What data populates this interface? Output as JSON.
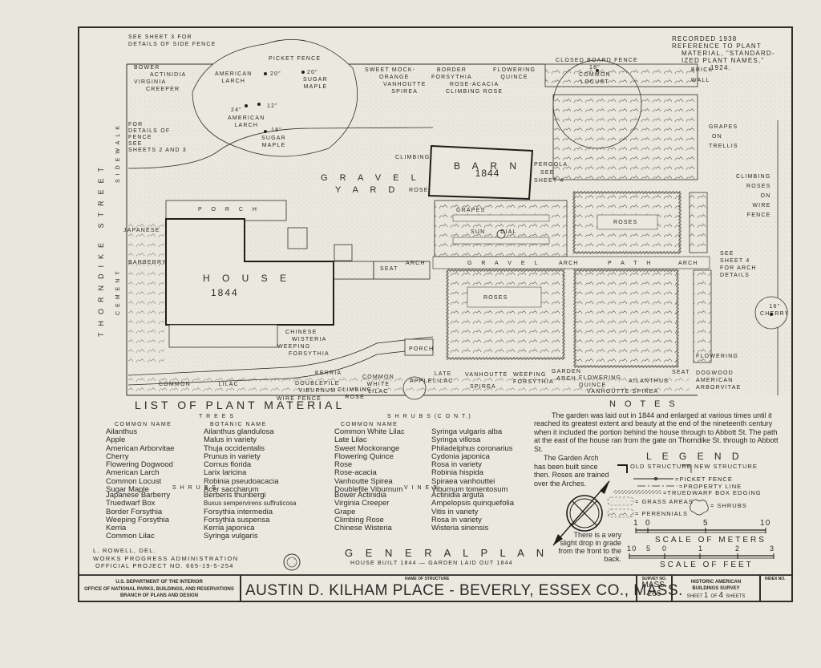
{
  "plan": {
    "header_note": "Recorded 1938 reference to plant material, \"Standardized Plant Names,\" 1924.",
    "header_note_lines": [
      "RECORDED 1938",
      "REFERENCE TO PLANT",
      "MATERIAL, \"STANDARD-",
      "IZED PLANT NAMES,\"",
      "1924."
    ],
    "labels": {
      "see_sheet_3": [
        "SEE SHEET 3 FOR",
        "DETAILS OF SIDE FENCE"
      ],
      "picket_fence": "PICKET FENCE",
      "bower_actinidia": [
        "BOWER",
        "ACTINIDIA",
        "VIRGINIA",
        "CREEPER"
      ],
      "american_larch_1": [
        "AMERICAN",
        "LARCH"
      ],
      "tree_20a": "20\"",
      "tree_20b": "20\"",
      "sugar_maple_1": [
        "SUGAR",
        "MAPLE"
      ],
      "tree_24": "24\"",
      "tree_12": "12\"",
      "american_larch_2": [
        "AMERICAN",
        "LARCH"
      ],
      "tree_18": "18\"",
      "sugar_maple_2": [
        "SUGAR",
        "MAPLE"
      ],
      "fence_details": [
        "FOR",
        "DETAILS OF",
        "FENCE",
        "SEE",
        "SHEETS 2 AND 3"
      ],
      "sweet_mockorange": [
        "SWEET MOCK-",
        "ORANGE"
      ],
      "border_forsythia": [
        "BORDER",
        "FORSYTHIA"
      ],
      "flowering_quince_top": [
        "FLOWERING",
        "QUINCE"
      ],
      "vanhoutte_spirea_top": [
        "VANHOUTTE",
        "SPIREA"
      ],
      "rose_acacia": [
        "ROSE-ACACIA",
        "CLIMBING ROSE"
      ],
      "closed_board_fence": "CLOSED BOARD FENCE",
      "common_locust": [
        "18\"",
        "COMMON",
        "LOCUST"
      ],
      "brick_wall": [
        "BRICK",
        "WALL"
      ],
      "grapes_on_trellis": [
        "GRAPES",
        "ON",
        "TRELLIS"
      ],
      "climbing_roses": [
        "CLIMBING",
        "ROSES",
        "ON",
        "WIRE",
        "FENCE"
      ],
      "see_sheet_4_arch": [
        "SEE",
        "SHEET 4",
        "FOR ARCH",
        "DETAILS"
      ],
      "cherry": [
        "16\"",
        "CHERRY"
      ],
      "gravel_yard": [
        "G R A V E L",
        "Y A R D"
      ],
      "climbing": "CLIMBING",
      "rose": "ROSE",
      "barn": [
        "B A R N",
        "1844"
      ],
      "pergola": [
        "PERGOLA",
        "SEE",
        "SHEET 4"
      ],
      "grapes": "GRAPES",
      "sun_dial": [
        "SUN",
        "DIAL"
      ],
      "roses_upper": "ROSES",
      "roses_lower": "ROSES",
      "gravel_path": [
        "G R A V E L",
        "P A T H"
      ],
      "arch_1": "ARCH",
      "arch_2": "ARCH",
      "arch_3": "ARCH",
      "seat_1": "SEAT",
      "seat_2": "SEAT",
      "porch_top": "P O R C H",
      "porch_bottom": "PORCH",
      "house": [
        "H O U S E",
        "1844"
      ],
      "japanese": "JAPANESE",
      "barberry": "BARBERRY",
      "chinese_wisteria": [
        "CHINESE",
        "WISTERIA",
        "WEEPING",
        "FORSYTHIA"
      ],
      "street_left": "THORNDIKE   STREET",
      "sidewalk": "SIDEWALK",
      "cement": "CEMENT",
      "common_lilac": [
        "COMMON",
        "LILAC"
      ],
      "kerria": "KERRIA",
      "doublefile_viburnum": [
        "DOUBLEFILE",
        "VIBURNUM"
      ],
      "climbing_rose_bottom": [
        "CLIMBING",
        "ROSE"
      ],
      "common_white_lilac": [
        "COMMON",
        "WHITE",
        "LILAC"
      ],
      "apple": "APPLE",
      "late_lilac": [
        "LATE",
        "LILAC"
      ],
      "vanhoutte_spirea_bottom": [
        "VANHOUTTE",
        "SPIREA"
      ],
      "weeping_forsythia": [
        "WEEPING",
        "FORSYTHIA"
      ],
      "garden_arch": [
        "GARDEN",
        "ARCH"
      ],
      "flowering_quince_bottom": [
        "FLOWERING",
        "QUINCE"
      ],
      "ailanthus": "AILANTHUS",
      "vanhoutte_spirea_bottom2": "VANHOUTTE SPIREA",
      "flowering_dogwood": [
        "FLOWERING",
        "DOGWOOD"
      ],
      "american_arborvitae": [
        "AMERICAN",
        "ARBORVITAE"
      ],
      "wire_fence": "WIRE FENCE"
    }
  },
  "plant_list": {
    "title": "LIST OF PLANT MATERIAL",
    "trees_heading": "T R E E S",
    "common_name_heading": "COMMON NAME",
    "botanic_name_heading": "BOTANIC NAME",
    "trees": [
      {
        "common": "Ailanthus",
        "botanic": "Ailanthus glandulosa"
      },
      {
        "common": "Apple",
        "botanic": "Malus in variety"
      },
      {
        "common": "American Arborvitae",
        "botanic": "Thuja occidentalis"
      },
      {
        "common": "Cherry",
        "botanic": "Prunus in variety"
      },
      {
        "common": "Flowering Dogwood",
        "botanic": "Cornus florida"
      },
      {
        "common": "American Larch",
        "botanic": "Larix laricina"
      },
      {
        "common": "Common Locust",
        "botanic": "Robinia pseudoacacia"
      },
      {
        "common": "Sugar Maple",
        "botanic": "Acer saccharum"
      }
    ],
    "shrubs_heading": "S H R U B S",
    "shrubs": [
      {
        "common": "Japanese Barberry",
        "botanic": "Berberis thunbergi"
      },
      {
        "common": "Truedwarf Box",
        "botanic": "Buxus sempervirens suffruticosa"
      },
      {
        "common": "Border Forsythia",
        "botanic": "Forsythia intermedia"
      },
      {
        "common": "Weeping Forsythia",
        "botanic": "Forsythia suspensa"
      },
      {
        "common": "Kerria",
        "botanic": "Kerria japonica"
      },
      {
        "common": "Common Lilac",
        "botanic": "Syringa vulgaris"
      }
    ],
    "shrubs_cont_heading": "S H R U B S   (C O N T.)",
    "shrubs_cont": [
      {
        "common": "Common White Lilac",
        "botanic": "Syringa vulgaris alba"
      },
      {
        "common": "Late Lilac",
        "botanic": "Syringa villosa"
      },
      {
        "common": "Sweet Mockorange",
        "botanic": "Philadelphus coronarius"
      },
      {
        "common": "Flowering Quince",
        "botanic": "Cydonia japonica"
      },
      {
        "common": "Rose",
        "botanic": "Rosa in variety"
      },
      {
        "common": "Rose-acacia",
        "botanic": "Robinia hispida"
      },
      {
        "common": "Vanhoutte Spirea",
        "botanic": "Spiraea vanhouttei"
      },
      {
        "common": "Doublefile Viburnum",
        "botanic": "Viburnum tomentosum"
      }
    ],
    "vines_heading": "V I N E S",
    "vines": [
      {
        "common": "Bower Actinidia",
        "botanic": "Actinidia arguta"
      },
      {
        "common": "Virginia Creeper",
        "botanic": "Ampelopsis quinquefolia"
      },
      {
        "common": "Grape",
        "botanic": "Vitis in variety"
      },
      {
        "common": "Climbing Rose",
        "botanic": "Rosa in variety"
      },
      {
        "common": "Chinese Wisteria",
        "botanic": "Wisteria sinensis"
      }
    ]
  },
  "notes": {
    "title": "N O T E S",
    "paragraph1": "The garden was laid out in 1844 and enlarged at various times until it reached its greatest extent and beauty at the end of the nineteenth century when it included the portion behind the house through to Abbott St. The path at the east of the house ran from the gate on Thorndike St. through to Abbott St.",
    "paragraph2": "The Garden Arch has been built since then. Roses are trained over the Arches.",
    "grade_note": "There is a very slight drop in grade from the front to the back."
  },
  "legend": {
    "title": "L E G E N D",
    "old_structure": "OLD STRUCTURE",
    "new_structure": "NEW STRUCTURE",
    "picket_fence": "=PICKET FENCE",
    "property_line": "=PROPERTY LINE",
    "truedwarf": "=TRUEDWARF BOX EDGING",
    "grass": "= GRASS AREAS",
    "shrubs": "= SHRUBS",
    "perennials": "= PERENNIALS"
  },
  "scales": {
    "meters_ticks": [
      "1",
      "0",
      "5",
      "10"
    ],
    "meters_label": "SCALE OF METERS",
    "feet_ticks": [
      "10",
      "5",
      "0",
      "1",
      "2",
      "3"
    ],
    "feet_label": "SCALE OF FEET"
  },
  "credits": {
    "delineator": "L. ROWELL, DEL.",
    "agency": "WORKS PROGRESS ADMINISTRATION",
    "project": "OFFICIAL PROJECT NO. 665-19-5-254"
  },
  "general_plan": {
    "title": "G E N E R A L   P L A N",
    "subtitle": "HOUSE BUILT 1844 — GARDEN LAID OUT 1844"
  },
  "title_block": {
    "dept_line1": "U.S. DEPARTMENT OF THE INTERIOR",
    "dept_line2": "OFFICE OF NATIONAL PARKS, BUILDINGS, AND RESERVATIONS",
    "dept_line3": "BRANCH OF PLANS AND DESIGN",
    "name_label": "NAME OF STRUCTURE",
    "name": "AUSTIN D. KILHAM PLACE - BEVERLY, ESSEX CO., MASS.",
    "survey_label": "SURVEY NO.",
    "survey_no_1": "MASS.",
    "survey_no_2": "266",
    "habs_1": "HISTORIC AMERICAN",
    "habs_2": "BUILDINGS SURVEY",
    "sheet_label": "SHEET",
    "sheet_no": "1",
    "of_label": "OF",
    "sheet_total": "4",
    "sheets_label": "SHEETS",
    "index_label": "INDEX NO."
  }
}
